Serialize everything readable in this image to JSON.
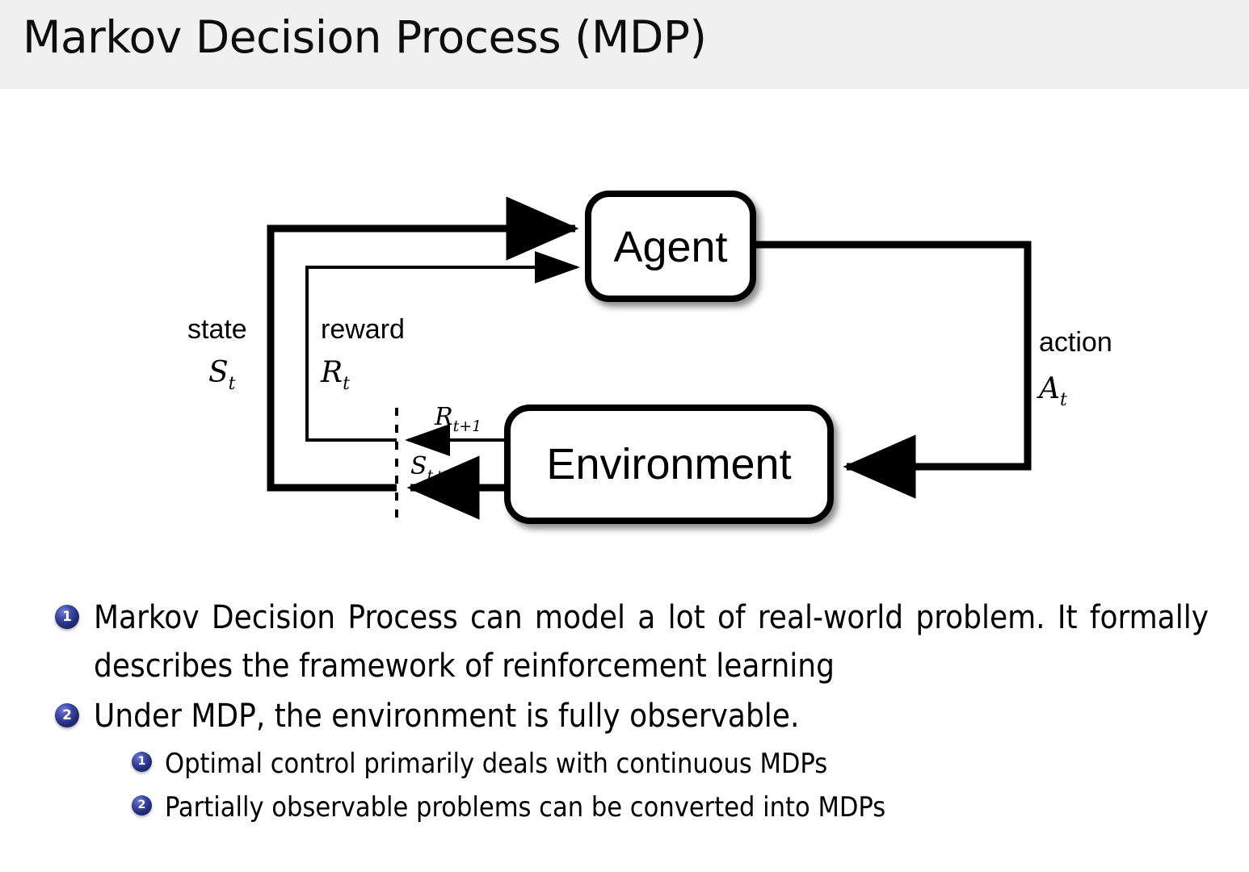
{
  "slide": {
    "title": "Markov Decision Process (MDP)",
    "header_bg": "#f0f0f0",
    "page_bg": "#ffffff",
    "text_color": "#000000"
  },
  "diagram": {
    "name": "agent-environment-interaction-loop",
    "nodes": [
      {
        "id": "agent",
        "label": "Agent"
      },
      {
        "id": "environment",
        "label": "Environment"
      }
    ],
    "edge_labels": {
      "state_word": "state",
      "state_symbol": "S",
      "state_subscript": "t",
      "reward_word": "reward",
      "reward_symbol": "R",
      "reward_subscript": "t",
      "action_word": "action",
      "action_symbol": "A",
      "action_subscript": "t",
      "reward_next_symbol": "R",
      "reward_next_subscript": "t+1",
      "state_next_symbol": "S",
      "state_next_subscript": "t+1"
    },
    "stroke_color": "#000000",
    "box_fill": "#ffffff"
  },
  "bullets": {
    "items": [
      {
        "marker": "1",
        "text": "Markov Decision Process can model a lot of real-world problem. It formally describes the framework of reinforcement learning",
        "children": []
      },
      {
        "marker": "2",
        "text": "Under MDP, the environment is fully observable.",
        "children": [
          {
            "marker": "1",
            "text": "Optimal control primarily deals with continuous MDPs"
          },
          {
            "marker": "2",
            "text": "Partially observable problems can be converted into MDPs"
          }
        ]
      }
    ],
    "badge_color": "#232c7a"
  }
}
